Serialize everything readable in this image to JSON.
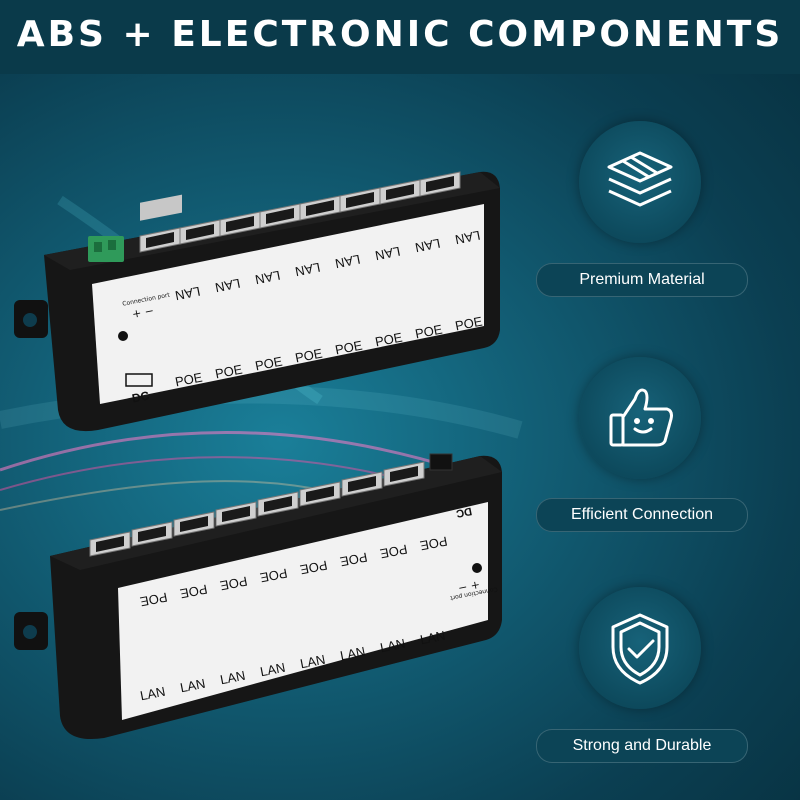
{
  "banner": {
    "title": "ABS + ELECTRONIC COMPONENTS"
  },
  "features": [
    {
      "label": "Premium Material",
      "icon": "layers-icon"
    },
    {
      "label": "Efficient Connection",
      "icon": "thumbs-up-icon"
    },
    {
      "label": "Strong and Durable",
      "icon": "shield-check-icon"
    }
  ],
  "device_top": {
    "lan_labels": [
      "LAN",
      "LAN",
      "LAN",
      "LAN",
      "LAN",
      "LAN",
      "LAN",
      "LAN"
    ],
    "poe_labels": [
      "POE",
      "POE",
      "POE",
      "POE",
      "POE",
      "POE",
      "POE",
      "POE"
    ],
    "connection_label": "Connection port",
    "polarity": "+ −",
    "dc_label": "DC"
  },
  "device_bottom": {
    "poe_labels": [
      "POE",
      "POE",
      "POE",
      "POE",
      "POE",
      "POE",
      "POE",
      "POE"
    ],
    "lan_labels": [
      "LAN",
      "LAN",
      "LAN",
      "LAN",
      "LAN",
      "LAN",
      "LAN",
      "LAN"
    ],
    "connection_label": "Connection port",
    "polarity": "+ −",
    "dc_label": "DC"
  },
  "colors": {
    "accent": "#0a3a4a",
    "device": "#161616",
    "label_panel": "#f2f2f2"
  }
}
